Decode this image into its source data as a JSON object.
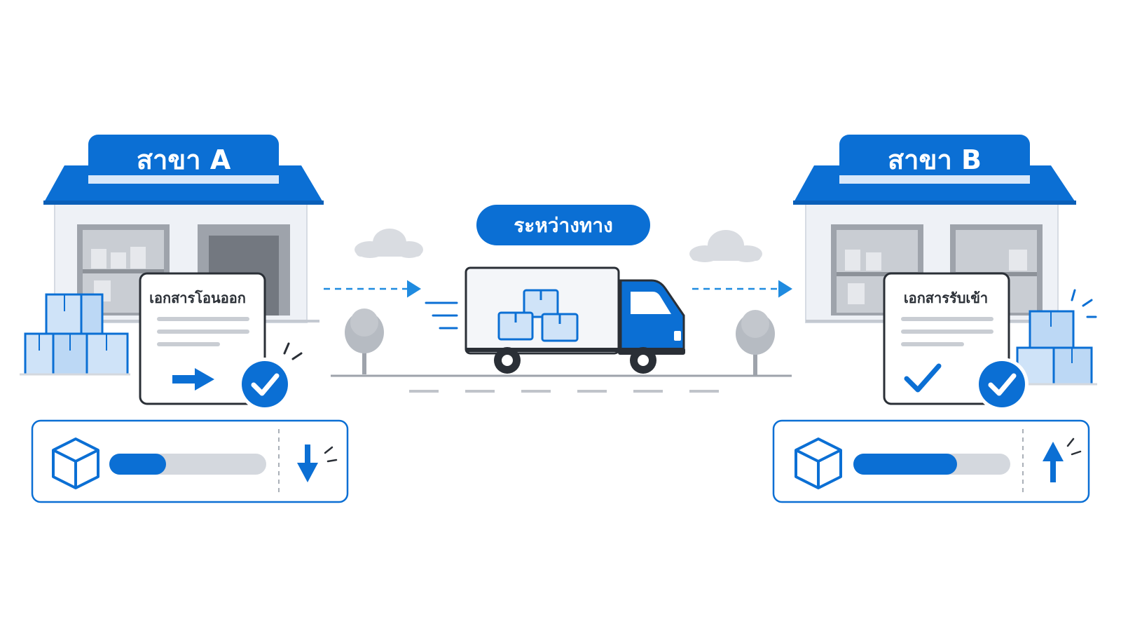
{
  "branch_a": {
    "title": "สาขา A",
    "document_label": "เอกสารโอนออก",
    "stock_level": 0.36,
    "stock_direction": "down"
  },
  "transit": {
    "label": "ระหว่างทาง"
  },
  "branch_b": {
    "title": "สาขา B",
    "document_label": "เอกสารรับเข้า",
    "stock_level": 0.66,
    "stock_direction": "up"
  },
  "colors": {
    "accent": "#0b6fd4",
    "accent_light": "#cfe3f8",
    "roof_dark": "#0a5fb8",
    "gray_building": "#eef1f6",
    "gray_mid": "#9ea3ab",
    "gray_bar": "#d4d8de",
    "ink": "#2a2f36"
  },
  "icons": {
    "branch_a_doc_badge": "check-circle-icon",
    "branch_a_stock": "box-icon",
    "branch_a_direction": "arrow-down-icon",
    "transit_vehicle": "truck-icon",
    "branch_b_doc_badge": "check-circle-icon",
    "branch_b_stock": "box-icon",
    "branch_b_direction": "arrow-up-icon"
  }
}
